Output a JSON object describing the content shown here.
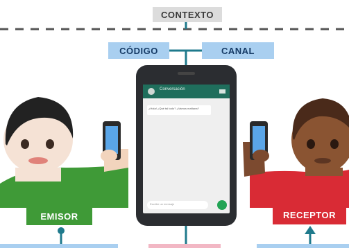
{
  "labels": {
    "contexto": "CONTEXTO",
    "codigo": "CÓDIGO",
    "canal": "CANAL",
    "emisor": "EMISOR",
    "receptor": "RECEPTOR"
  },
  "phone": {
    "contact_name": "Conversación",
    "message": "¿Hola! ¿Qué tal todo? ¿Vamos mañana?",
    "input_placeholder": "Escribe un mensaje"
  },
  "colors": {
    "code_channel_bg": "#a9cff0",
    "emisor_bg": "#3f9a37",
    "receptor_bg": "#d92b35",
    "connector": "#1f7a8c",
    "contexto_bg": "#dcdcdc"
  }
}
